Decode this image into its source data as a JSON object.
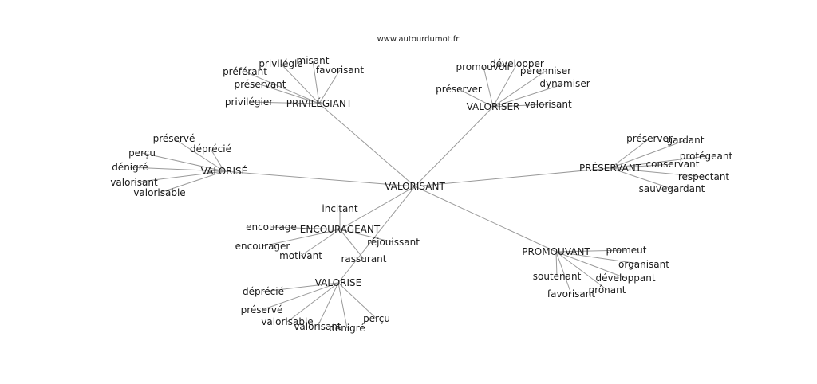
{
  "site_label": "www.autourdumot.fr",
  "center": "VALORISANT",
  "clusters": [
    {
      "hub": "PRIVILÉGIANT",
      "words": [
        "privilégie",
        "misant",
        "préférant",
        "favorisant",
        "préservant",
        "privilégier"
      ]
    },
    {
      "hub": "VALORISER",
      "words": [
        "développer",
        "promouvoir",
        "pérenniser",
        "dynamiser",
        "préserver",
        "valorisant"
      ]
    },
    {
      "hub": "VALORISÉ",
      "words": [
        "préservé",
        "déprécié",
        "perçu",
        "dénigré",
        "valorisant",
        "valorisable"
      ]
    },
    {
      "hub": "PRÉSERVANT",
      "words": [
        "préserver",
        "gardant",
        "protégeant",
        "conservant",
        "respectant",
        "sauvegardant"
      ]
    },
    {
      "hub": "ENCOURAGEANT",
      "words": [
        "incitant",
        "encourage",
        "réjouissant",
        "encourager",
        "motivant",
        "rassurant"
      ]
    },
    {
      "hub": "PROMOUVANT",
      "words": [
        "promeut",
        "organisant",
        "développant",
        "soutenant",
        "prônant",
        "favorisant"
      ]
    },
    {
      "hub": "VALORISE",
      "words": [
        "déprécié",
        "préservé",
        "valorisable",
        "valorisant",
        "dénigré",
        "perçu"
      ]
    }
  ]
}
